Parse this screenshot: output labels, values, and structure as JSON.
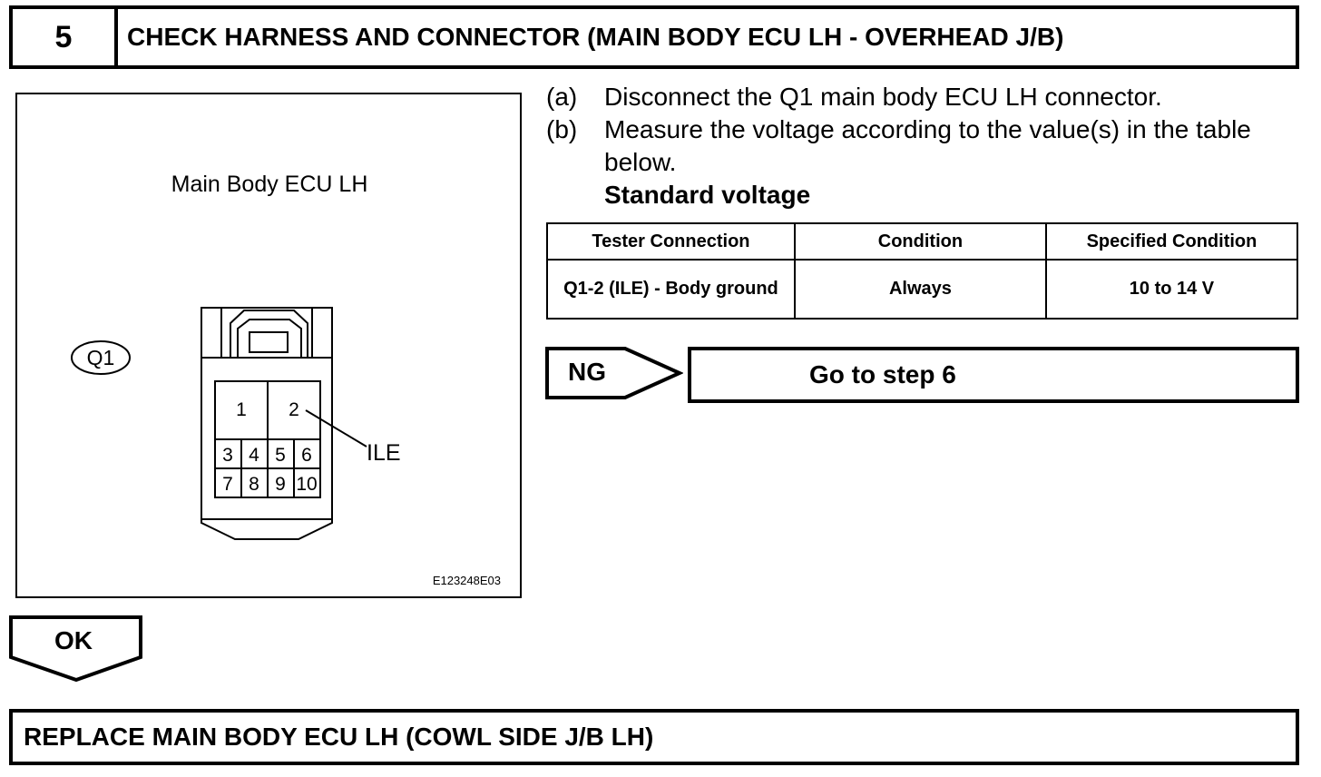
{
  "header": {
    "step_number": "5",
    "title": "CHECK HARNESS AND CONNECTOR (MAIN BODY ECU LH - OVERHEAD J/B)"
  },
  "illustration": {
    "title": "Main Body ECU LH",
    "connector_tag": "Q1",
    "pins": [
      "1",
      "2",
      "3",
      "4",
      "5",
      "6",
      "7",
      "8",
      "9",
      "10"
    ],
    "pin_callout": "ILE",
    "figure_code": "E123248E03"
  },
  "steps": [
    {
      "label": "(a)",
      "text": "Disconnect the Q1 main body ECU LH connector."
    },
    {
      "label": "(b)",
      "text": "Measure the voltage according to the value(s) in the table below."
    }
  ],
  "standard_label": "Standard voltage",
  "table": {
    "headers": [
      "Tester Connection",
      "Condition",
      "Specified Condition"
    ],
    "rows": [
      [
        "Q1-2 (ILE) - Body ground",
        "Always",
        "10 to 14 V"
      ]
    ]
  },
  "ng": {
    "label": "NG",
    "result": "Go to step 6"
  },
  "ok": {
    "label": "OK"
  },
  "footer": {
    "text": "REPLACE MAIN BODY ECU LH (COWL SIDE J/B LH)"
  }
}
